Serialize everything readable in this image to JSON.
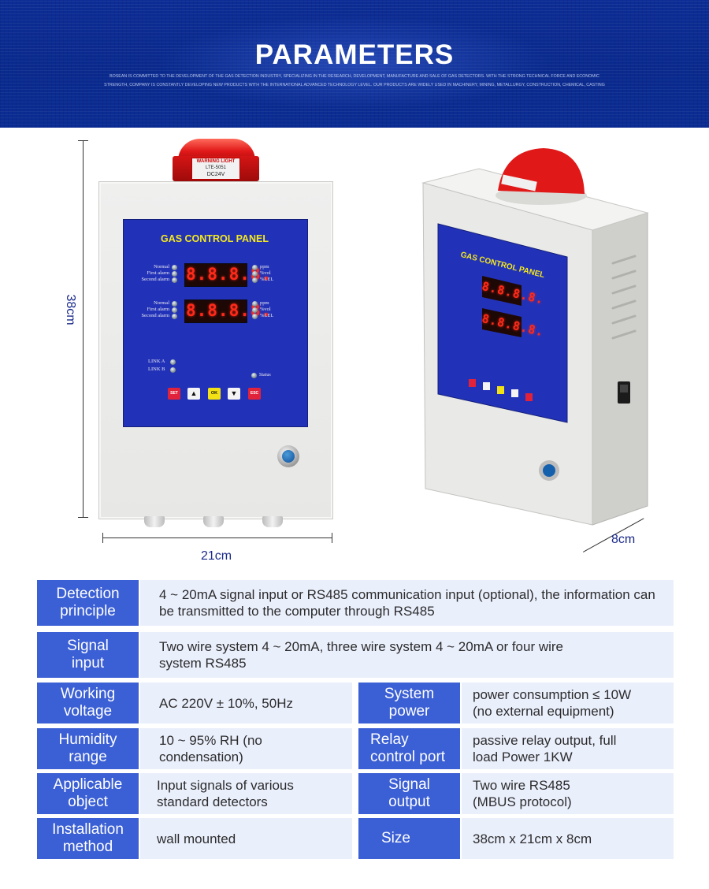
{
  "banner": {
    "title": "PARAMETERS",
    "subtitle": "BOSEAN IS COMMITTED TO THE DEVELOPMENT OF THE GAS DETECTION INDUSTRY, SPECIALIZING IN THE RESEARCH, DEVELOPMENT, MANUFACTURE AND SALE OF GAS DETECTORS. WITH THE STRONG TECHNICAL FORCE AND ECONOMIC STRENGTH, COMPANY IS CONSTANTLY DEVELOPING NEW PRODUCTS WITH THE INTERNATIONAL ADVANCED TECHNOLOGY LEVEL. OUR PRODUCTS ARE WIDELY USED IN MACHINERY, MINING, METALLURGY, CONSTRUCTION, CHEMICAL, CASTING"
  },
  "dimensions": {
    "height": "38cm",
    "width": "21cm",
    "depth": "8cm"
  },
  "device": {
    "panel_title": "GAS CONTROL PANEL",
    "warning_light": {
      "title": "WARNING LIGHT",
      "model": "LTE-5051",
      "voltage": "DC24V"
    },
    "channel_labels": [
      "Normal",
      "First alarm",
      "Second alarm"
    ],
    "unit_labels": [
      "ppm",
      "%vol",
      "%LEL"
    ],
    "digit_text": "8.8.8.8.",
    "link_labels": [
      "LINK A",
      "LINK B"
    ],
    "status_label": "Status",
    "buttons": [
      "SET",
      "▲",
      "OK",
      "▼",
      "ESC"
    ],
    "colors": {
      "panel_blue": "#2232b8",
      "button_red": "#e0223a",
      "button_yellow": "#f2e215",
      "button_white": "#f4f4f4",
      "beacon_red": "#e01818"
    }
  },
  "specs": {
    "detection_principle": {
      "label": "Detection principle",
      "value": "4 ~ 20mA signal input or RS485 communication input (optional), the information can be transmitted to the computer through RS485"
    },
    "signal_input": {
      "label": "Signal input",
      "value": "Two wire system 4 ~ 20mA, three wire system 4 ~ 20mA or four wire system RS485"
    },
    "working_voltage": {
      "label": "Working voltage",
      "value": "AC 220V ± 10%, 50Hz"
    },
    "system_power": {
      "label": "System power",
      "value": "power consumption ≤ 10W (no external equipment)"
    },
    "humidity_range": {
      "label": "Humidity range",
      "value": "10 ~ 95% RH (no condensation)"
    },
    "relay_control_port": {
      "label": "Relay control port",
      "value": "passive relay output, full load Power 1KW"
    },
    "applicable_object": {
      "label": "Applicable object",
      "value": "Input signals of various standard detectors"
    },
    "signal_output": {
      "label": "Signal output",
      "value": "Two wire RS485 (MBUS protocol)"
    },
    "installation_method": {
      "label": "Installation method",
      "value": "wall mounted"
    },
    "size": {
      "label": "Size",
      "value": "38cm x 21cm x 8cm"
    }
  }
}
